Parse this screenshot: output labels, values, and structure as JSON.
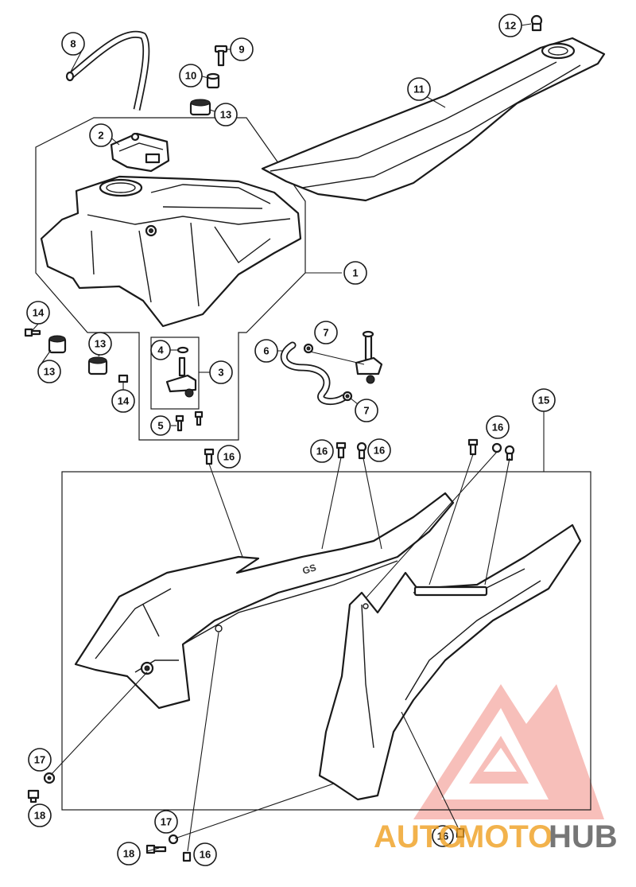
{
  "callouts": {
    "c1": "1",
    "c2": "2",
    "c3": "3",
    "c4": "4",
    "c5": "5",
    "c6": "6",
    "c7": "7",
    "c8": "8",
    "c9": "9",
    "c10": "10",
    "c11": "11",
    "c12": "12",
    "c13": "13",
    "c14": "14",
    "c15": "15",
    "c16": "16",
    "c17": "17",
    "c18": "18"
  },
  "watermark": {
    "part1": "AUTO",
    "part2": "MOTO",
    "part3": "HUB",
    "color_light": "#f0a020",
    "color_accent": "#e53935",
    "color_dark": "#555555"
  }
}
